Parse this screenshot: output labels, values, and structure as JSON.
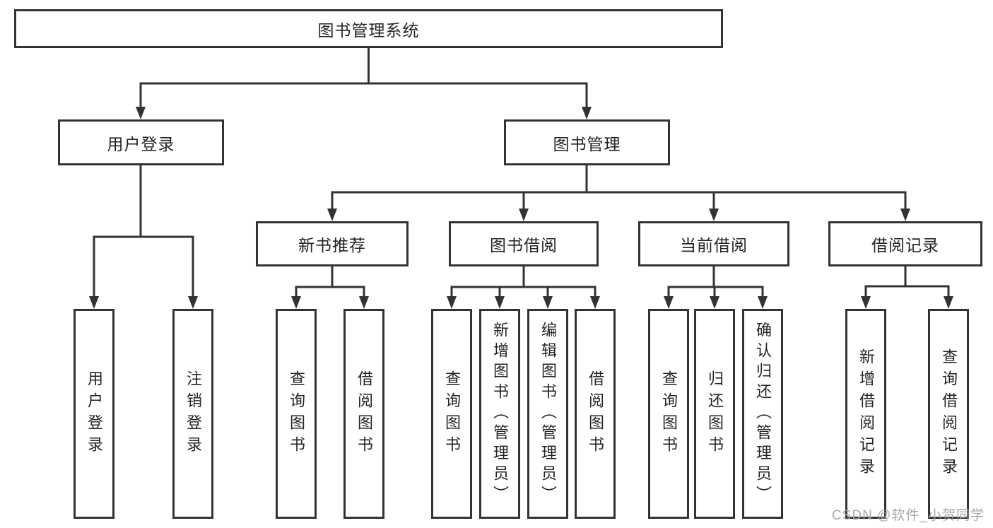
{
  "diagram": {
    "root_label": "图书管理系统",
    "level2": [
      "用户登录",
      "图书管理"
    ],
    "level3": [
      "新书推荐",
      "图书借阅",
      "当前借阅",
      "借阅记录"
    ],
    "leaves": {
      "user_login": [
        "用户登录",
        "注销登录"
      ],
      "new_book_recommend": [
        "查询图书",
        "借阅图书"
      ],
      "book_borrow": [
        "查询图书",
        "新增图书（管理员）",
        "编辑图书（管理员）",
        "借阅图书"
      ],
      "current_borrow": [
        "查询图书",
        "归还图书",
        "确认归还（管理员）"
      ],
      "borrow_record": [
        "新增借阅记录",
        "查询借阅记录"
      ]
    }
  },
  "watermark": "CSDN @软件_小贺同学",
  "colors": {
    "line": "#333333",
    "text": "#242424",
    "watermark": "#aaa6a6",
    "background": "#ffffff"
  }
}
